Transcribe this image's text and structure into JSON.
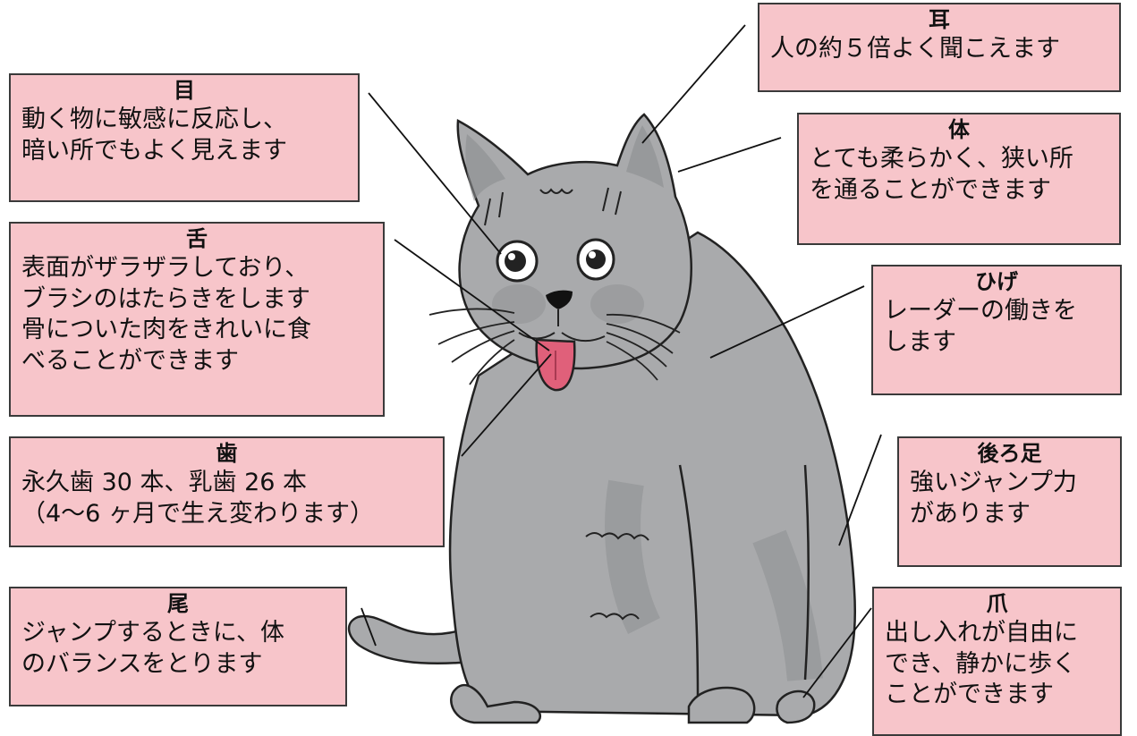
{
  "colors": {
    "box_fill": "#f7c5ca",
    "box_border": "#3a3a3a",
    "cat_body": "#a9aaac",
    "cat_shade": "#8c8d90",
    "tongue": "#e0607a"
  },
  "labels": {
    "ear": {
      "title": "耳",
      "lines": [
        "人の約５倍よく聞こえます"
      ]
    },
    "eye": {
      "title": "目",
      "lines": [
        "動く物に敏感に反応し、",
        "暗い所でもよく見えます"
      ]
    },
    "body": {
      "title": "体",
      "lines": [
        "とても柔らかく、狭い所",
        "を通ることができます"
      ]
    },
    "tongue": {
      "title": "舌",
      "lines": [
        "表面がザラザラしており、",
        "ブラシのはたらきをします",
        "骨についた肉をきれいに食",
        "べることができます"
      ]
    },
    "whiskers": {
      "title": "ひげ",
      "lines": [
        "レーダーの働きを",
        "します"
      ]
    },
    "teeth": {
      "title": "歯",
      "lines": [
        "永久歯 30 本、乳歯 26 本",
        "（4〜6 ヶ月で生え変わります）"
      ]
    },
    "hind_legs": {
      "title": "後ろ足",
      "lines": [
        "強いジャンプ力",
        "があります"
      ]
    },
    "tail": {
      "title": "尾",
      "lines": [
        "ジャンプするときに、体",
        "のバランスをとります"
      ]
    },
    "claws": {
      "title": "爪",
      "lines": [
        "出し入れが自由に",
        "でき、静かに歩く",
        "ことができます"
      ]
    }
  }
}
